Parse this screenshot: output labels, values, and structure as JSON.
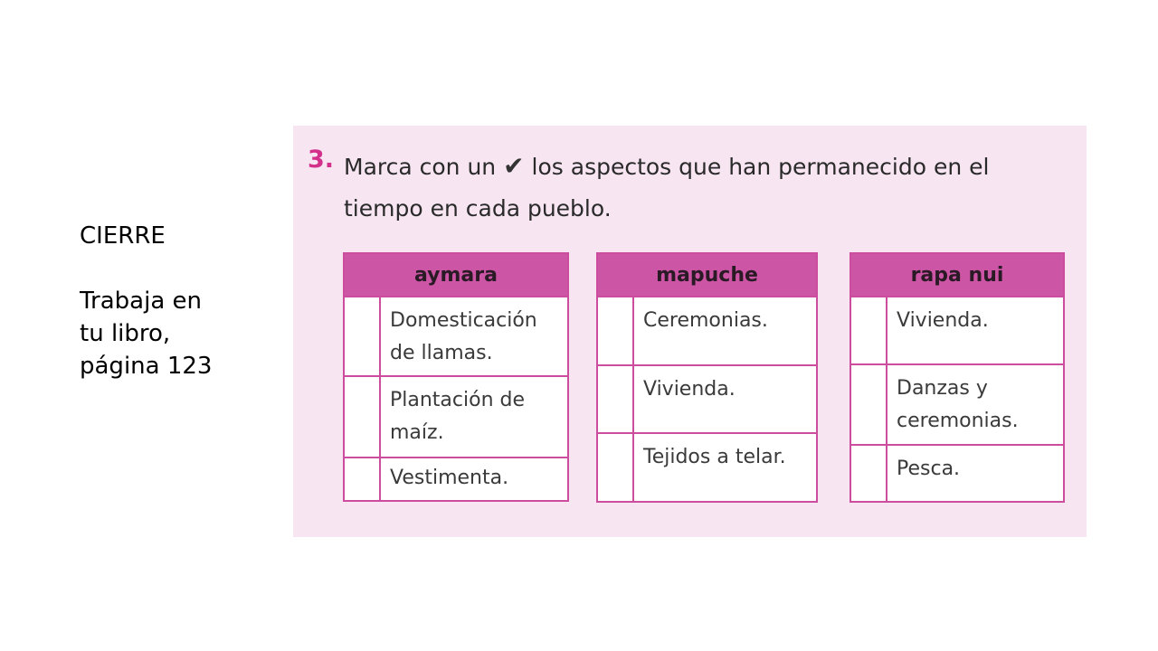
{
  "side": {
    "title": "CIERRE",
    "lines": [
      "Trabaja en",
      "tu libro,",
      "página 123"
    ]
  },
  "exercise": {
    "number": "3.",
    "text_before": "Marca con un",
    "check_symbol": "✔",
    "text_after": "los aspectos que han permanecido en el tiempo en cada pueblo."
  },
  "tables": [
    {
      "header": "aymara",
      "rows": [
        "Domesticación de llamas.",
        "Plantación de maíz.",
        "Vestimenta."
      ]
    },
    {
      "header": "mapuche",
      "rows": [
        "Ceremonias.",
        "Vivienda.",
        "Tejidos a telar."
      ]
    },
    {
      "header": "rapa nui",
      "rows": [
        "Vivienda.",
        "Danzas y ceremonias.",
        "Pesca."
      ]
    }
  ],
  "colors": {
    "accent": "#d2308a",
    "header_bg": "#cc55a5",
    "panel_bg": "#f7e6f2"
  }
}
